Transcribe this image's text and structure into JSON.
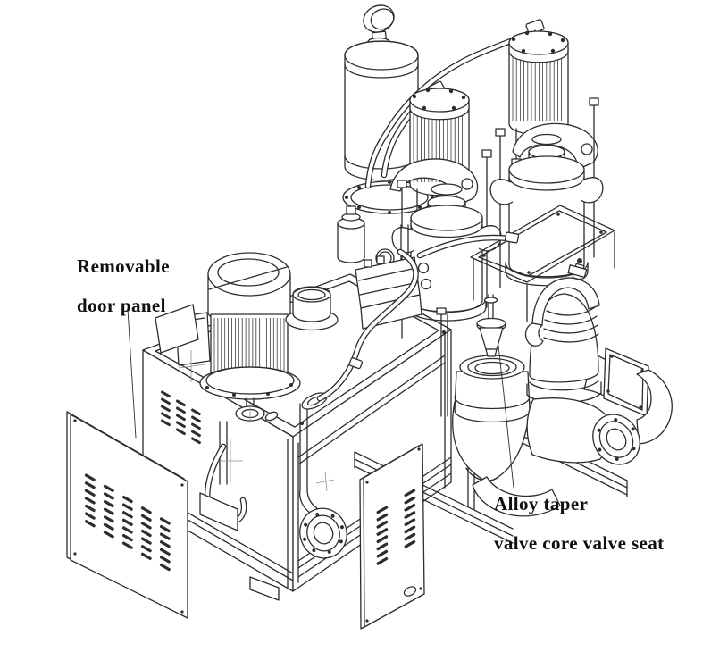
{
  "page": {
    "background": "#ffffff"
  },
  "figure": {
    "kind": "isometric-technical-line-drawing",
    "subject": "hydraulic slurry pump power unit",
    "colors": {
      "line": "#2d2d2d",
      "text": "#101010",
      "background": "#ffffff"
    },
    "labels": {
      "door_panel": {
        "line1": "Removable",
        "line2": "door panel"
      },
      "valve_seat": {
        "line1": "Alloy taper",
        "line2": "valve core valve seat"
      }
    },
    "components": [
      "pressure-gauge",
      "accumulator-tank",
      "hydraulic-hoses",
      "air-cylinder-left",
      "air-cylinder-right",
      "rocker-arm-left",
      "rocker-arm-right",
      "plunger-pump-left",
      "plunger-pump-right",
      "mounting-platform",
      "taper-valve-core",
      "valve-seat",
      "valve-dome-right",
      "discharge-elbow",
      "pipe-flange",
      "skid-rails",
      "electric-motor",
      "breather-cap",
      "valve-manifold",
      "oil-filter",
      "oil-tank",
      "tank-louvers",
      "suction-pipe",
      "front-flange",
      "door-panel-left",
      "door-panel-middle"
    ]
  }
}
